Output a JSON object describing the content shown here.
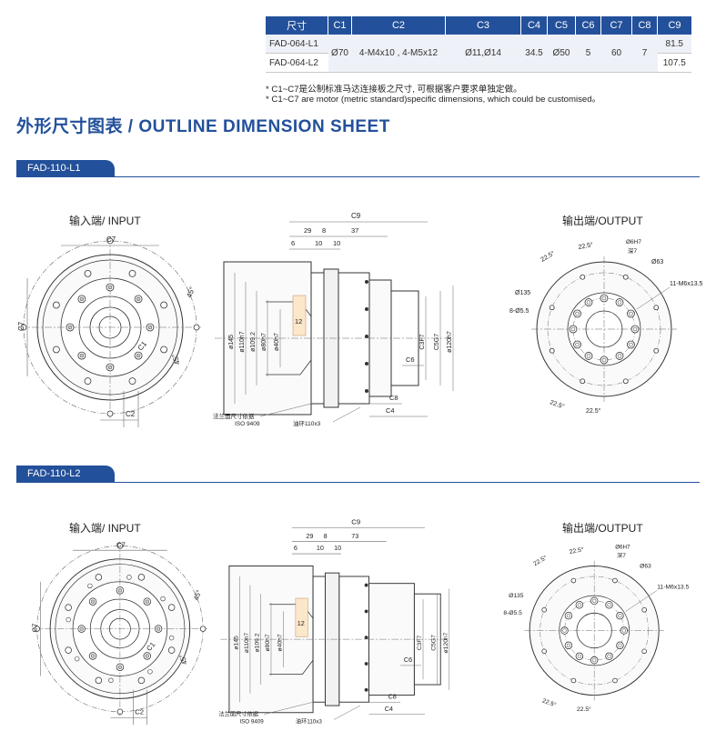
{
  "spec_table": {
    "headers": [
      "尺寸",
      "C1",
      "C2",
      "C3",
      "C4",
      "C5",
      "C6",
      "C7",
      "C8",
      "C9"
    ],
    "models": [
      "FAD-064-L1",
      "FAD-064-L2"
    ],
    "C1": "Ø70",
    "C2": "4-M4x10 , 4-M5x12",
    "C3": "Ø11,Ø14",
    "C4": "34.5",
    "C5": "Ø50",
    "C6": "5",
    "C7": "60",
    "C8": "7",
    "C9": [
      "81.5",
      "107.5"
    ]
  },
  "notes": [
    "* C1~C7是公制标准马达连接板之尺寸, 可根据客户要求单独定做。",
    "* C1~C7 are motor (metric standard)specific dimensions, which could be customised。"
  ],
  "section_title": "外形尺寸图表 / OUTLINE DIMENSION SHEET",
  "colors": {
    "brand": "#23509a",
    "line": "#333333",
    "dim": "#555555"
  },
  "drawings": [
    {
      "tag": "FAD-110-L1",
      "input_label": "输入端/ INPUT",
      "output_label": "输出端/OUTPUT",
      "input_dims": {
        "c7_top": "C7",
        "c7_left": "C7",
        "c1": "C1",
        "c2": "C2",
        "a45_1": "45°",
        "a45_2": "45°"
      },
      "side_dims": {
        "c9": "C9",
        "d29": "29",
        "d8": "8",
        "len": "37",
        "d6": "6",
        "d10a": "10",
        "d10b": "10",
        "d12": "12",
        "c8": "C8",
        "c4": "C4",
        "c6": "C6",
        "dia145": "ø145",
        "dia110": "ø110h7",
        "dia109": "ø109.2",
        "dia80": "ø80h7",
        "dia40": "ø40h7",
        "c3": "C3F7",
        "c5": "C5G7",
        "dia120": "ø120h7",
        "flange_cn": "法兰面尺寸依据",
        "iso": "ISO 9409",
        "oil_ring": "油环110x3"
      },
      "output_dims": {
        "a225_1": "22.5°",
        "a225_2": "22.5°",
        "a225_3": "22.5°",
        "a225_4": "22.5°",
        "d6h7": "Ø6H7",
        "depth": "深7",
        "d63": "Ø63",
        "m6": "11-M6x13.5",
        "d135": "Ø135",
        "h8": "8-Ø5.5"
      }
    },
    {
      "tag": "FAD-110-L2",
      "input_label": "输入端/ INPUT",
      "output_label": "输出端/OUTPUT",
      "input_dims": {
        "c7_top": "C7",
        "c7_left": "C7",
        "c1": "C1",
        "c2": "C2",
        "a45_1": "45°",
        "a45_2": "45°"
      },
      "side_dims": {
        "c9": "C9",
        "d29": "29",
        "d8": "8",
        "len": "73",
        "d6": "6",
        "d10a": "10",
        "d10b": "10",
        "d12": "12",
        "c8": "C8",
        "c4": "C4",
        "c6": "C6",
        "dia145": "ø145",
        "dia110": "ø110h7",
        "dia109": "ø109.2",
        "dia80": "ø80h7",
        "dia40": "ø40h7",
        "c3": "C3F7",
        "c5": "C5G7",
        "dia120": "ø120h7",
        "flange_cn": "法兰面尺寸依据",
        "iso": "ISO 9409",
        "oil_ring": "油环110x3"
      },
      "output_dims": {
        "a225_1": "22.5°",
        "a225_2": "22.5°",
        "a225_3": "22.5°",
        "a225_4": "22.5°",
        "d6h7": "Ø6H7",
        "depth": "深7",
        "d63": "Ø63",
        "m6": "11-M6x13.5",
        "d135": "Ø135",
        "h8": "8-Ø5.5"
      }
    }
  ]
}
